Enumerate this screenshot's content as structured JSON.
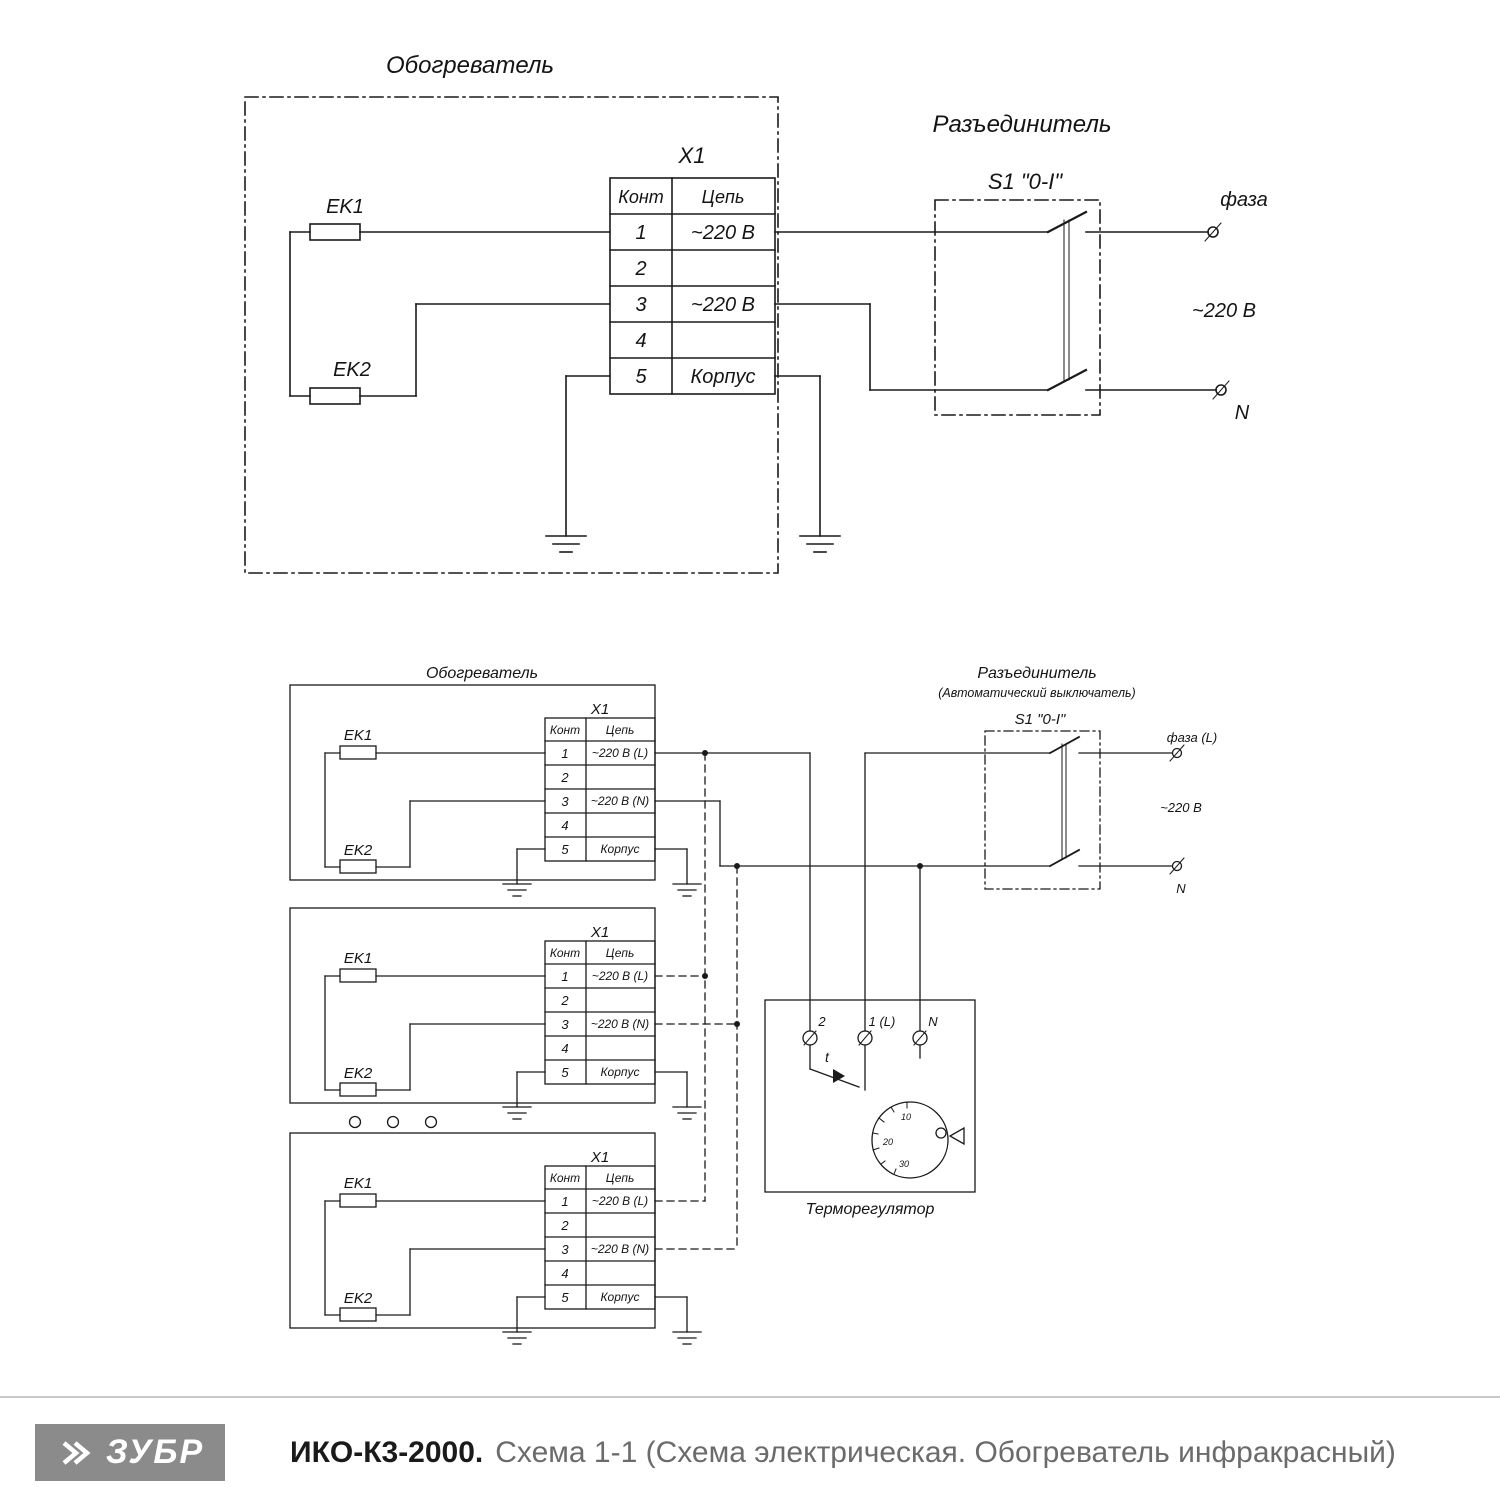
{
  "colors": {
    "line": "#1a1a1a",
    "logo_background": "#8b8b8b",
    "footer_text_gray": "#6b6b6b"
  },
  "top": {
    "heater_title": "Обогреватель",
    "ek1": "EK1",
    "ek2": "EK2",
    "connector": "X1",
    "table": {
      "col_pin": "Конт",
      "col_circuit": "Цепь",
      "rows": [
        {
          "pin": "1",
          "circuit": "~220 В"
        },
        {
          "pin": "2",
          "circuit": ""
        },
        {
          "pin": "3",
          "circuit": "~220 В"
        },
        {
          "pin": "4",
          "circuit": ""
        },
        {
          "pin": "5",
          "circuit": "Корпус"
        }
      ]
    },
    "disconnector_title": "Разъединитель",
    "switch_name": "S1 \"0-I\"",
    "phase": "фаза",
    "voltage": "~220 В",
    "neutral": "N"
  },
  "bottom": {
    "heater_title": "Обогреватель",
    "disconnector_title": "Разъединитель",
    "disconnector_subtitle": "(Автоматический выключатель)",
    "switch_name": "S1 \"0-I\"",
    "phase": "фаза (L)",
    "voltage": "~220 В",
    "neutral": "N",
    "units": [
      {
        "connector": "X1",
        "ek1": "EK1",
        "ek2": "EK2",
        "col_pin": "Конт",
        "col_circuit": "Цепь",
        "rows": [
          {
            "pin": "1",
            "circuit": "~220 В (L)"
          },
          {
            "pin": "2",
            "circuit": ""
          },
          {
            "pin": "3",
            "circuit": "~220 В (N)"
          },
          {
            "pin": "4",
            "circuit": ""
          },
          {
            "pin": "5",
            "circuit": "Корпус"
          }
        ]
      },
      {
        "connector": "X1",
        "ek1": "EK1",
        "ek2": "EK2",
        "col_pin": "Конт",
        "col_circuit": "Цепь",
        "rows": [
          {
            "pin": "1",
            "circuit": "~220 В (L)"
          },
          {
            "pin": "2",
            "circuit": ""
          },
          {
            "pin": "3",
            "circuit": "~220 В (N)"
          },
          {
            "pin": "4",
            "circuit": ""
          },
          {
            "pin": "5",
            "circuit": "Корпус"
          }
        ]
      },
      {
        "connector": "X1",
        "ek1": "EK1",
        "ek2": "EK2",
        "col_pin": "Конт",
        "col_circuit": "Цепь",
        "rows": [
          {
            "pin": "1",
            "circuit": "~220 В (L)"
          },
          {
            "pin": "2",
            "circuit": ""
          },
          {
            "pin": "3",
            "circuit": "~220 В (N)"
          },
          {
            "pin": "4",
            "circuit": ""
          },
          {
            "pin": "5",
            "circuit": "Корпус"
          }
        ]
      }
    ],
    "thermostat": {
      "title": "Терморегулятор",
      "terminal_2": "2",
      "terminal_1": "1 (L)",
      "terminal_n": "N",
      "contact": "t",
      "dial": [
        "10",
        "20",
        "30"
      ]
    }
  },
  "footer": {
    "brand": "ЗУБР",
    "model": "ИКО-К3-2000.",
    "description": "Схема 1-1 (Схема электрическая. Обогреватель инфракрасный)"
  }
}
